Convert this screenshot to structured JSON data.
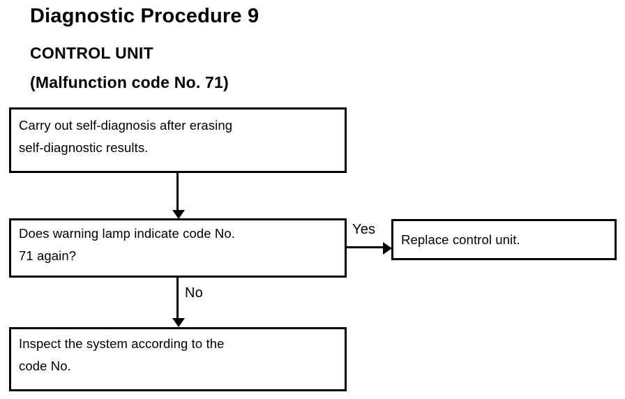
{
  "page": {
    "title": "Diagnostic Procedure 9",
    "subtitle": "CONTROL UNIT",
    "code_line": "(Malfunction code No. 71)"
  },
  "flowchart": {
    "boxes": [
      {
        "id": "start",
        "line1": "Carry out self-diagnosis after erasing",
        "line2": "self-diagnostic results."
      },
      {
        "id": "decision",
        "line1": "Does warning lamp indicate code No.",
        "line2": "71 again?"
      },
      {
        "id": "replace",
        "line1": "Replace control unit.",
        "line2": ""
      },
      {
        "id": "inspect",
        "line1": "Inspect the system according to the",
        "line2": "code No."
      }
    ],
    "labels": {
      "yes": "Yes",
      "no": "No"
    }
  },
  "colors": {
    "ink": "#000000",
    "paper": "#ffffff"
  }
}
